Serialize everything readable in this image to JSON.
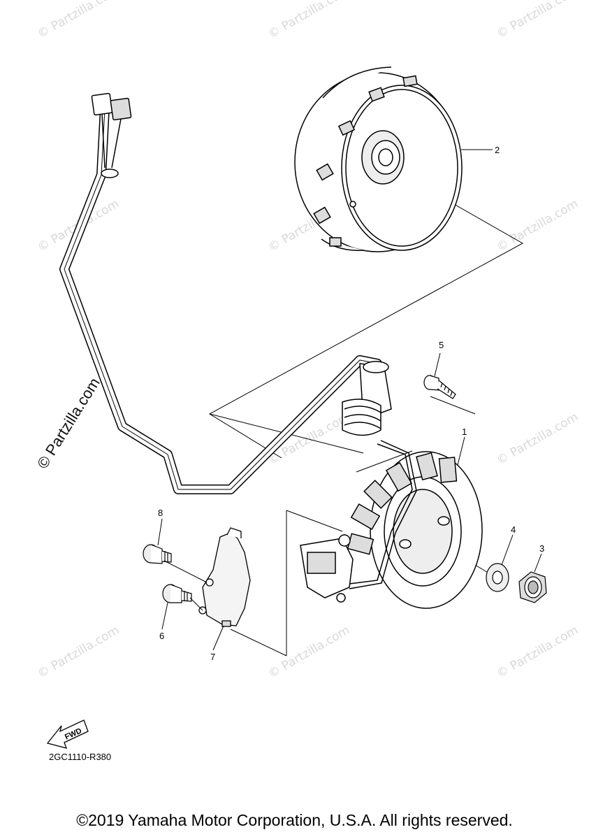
{
  "watermark": {
    "text": "© Partzilla.com",
    "side_text": "© Partzilla.com"
  },
  "callouts": {
    "p1": "1",
    "p2": "2",
    "p3": "3",
    "p4": "4",
    "p5": "5",
    "p6": "6",
    "p7": "7",
    "p8": "8"
  },
  "fwd_label": "FWD",
  "diagram_code": "2GC1110-R380",
  "copyright": "©2019 Yamaha Motor Corporation, U.S.A. All rights reserved."
}
